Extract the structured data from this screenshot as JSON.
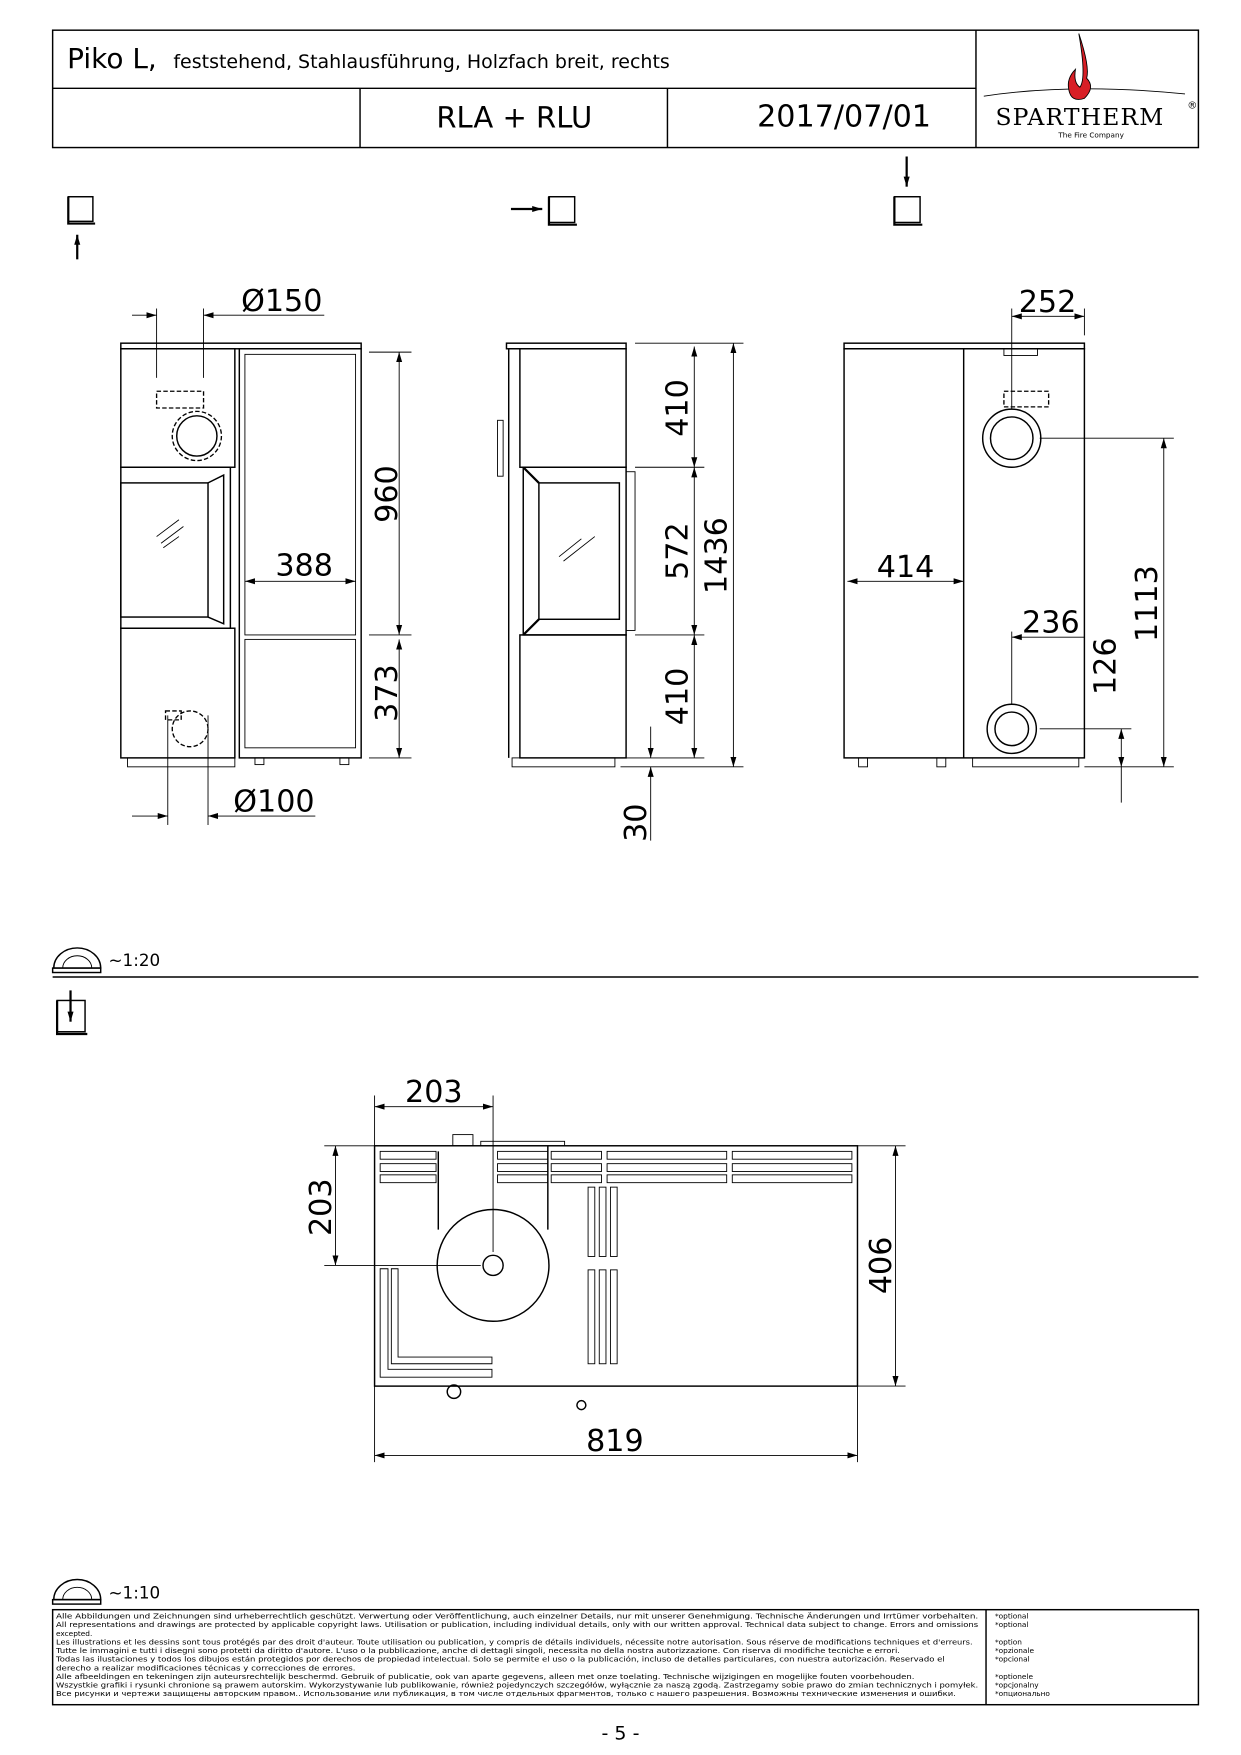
{
  "header": {
    "title_main": "Piko L,",
    "title_sub": "feststehend, Stahlausführung, Holzfach breit, rechts",
    "variant": "RLA + RLU",
    "date": "2017/07/01",
    "logo": {
      "brand": "SPARTHERM",
      "registered": "®",
      "tagline": "The Fire Company",
      "flame_color": "#d81f26"
    }
  },
  "views": {
    "front": {
      "icon": "view-front-icon",
      "dims": {
        "flue_diameter": "Ø150",
        "height_upper": "960",
        "height_lower": "373",
        "width_wood": "388",
        "air_diameter": "Ø100"
      }
    },
    "side": {
      "icon": "view-side-icon",
      "dims": {
        "top": "410",
        "door": "572",
        "bottom": "410",
        "total": "1436",
        "feet": "30"
      }
    },
    "back": {
      "icon": "view-back-icon",
      "dims": {
        "flue_offset": "252",
        "width": "414",
        "air_offset": "236",
        "air_height": "126",
        "flue_height": "1113"
      }
    }
  },
  "scale_upper": "~1:20",
  "plan": {
    "icon": "view-top-icon",
    "dims": {
      "flue_x": "203",
      "flue_y": "203",
      "depth": "406",
      "width": "819"
    }
  },
  "scale_lower": "~1:10",
  "footer": {
    "lines": [
      "Alle Abbildungen und Zeichnungen sind urheberrechtlich geschützt. Verwertung oder Veröffentlichung, auch einzelner Details, nur mit unserer Genehmigung. Technische Änderungen und Irrtümer vorbehalten.",
      "All representations and drawings are protected by applicable copyright laws. Utilisation or publication, including individual details, only with our written approval. Technical data subject to change. Errors and omissions",
      "excepted.",
      "Les illustrations et les dessins sont tous protégés par des droit d'auteur. Toute utilisation ou publication, y compris de détails individuels, nécessite notre autorisation. Sous réserve de modifications techniques et d'erreurs.",
      "Tutte le immagini e tutti i disegni sono protetti da diritto d'autore. L'uso o la pubblicazione, anche di dettagli singoli, necessita no della nostra autorizzazione. Con riserva di modifiche tecniche e errori.",
      "Todas las ilustaciones y todos los dibujos están protegidos por derechos de propiedad intelectual. Solo se permite el uso o la publicación, incluso de detalles particulares, con nuestra autorización. Reservado el",
      "derecho a realizar modificaciones técnicas y correcciones de errores.",
      "Alle afbeeldingen en tekeningen zijn auteursrechtelijk beschermd. Gebruik of publicatie, ook van aparte gegevens, alleen met onze toelating. Technische wijzigingen en mogelijke fouten voorbehouden.",
      "Wszystkie grafiki i rysunki chronione są prawem autorskim. Wykorzystywanie lub publikowanie, również pojedynczych szczegółów, wyłącznie za naszą zgodą. Zastrzegamy sobie prawo do zmian technicznych i pomyłek.",
      "Все рисунки и чертежи защищены авторским правом.. Использование или публикация, в том числе отдельных фрагментов, только с нашего разрешения. Возможны технические изменения и ошибки."
    ],
    "options": [
      "*optional",
      "*optional",
      "",
      "*option",
      "*opzionale",
      "*opcional",
      "",
      "*optionele",
      "*opcjonalny",
      "*опционально"
    ]
  },
  "page_number": "- 5 -"
}
